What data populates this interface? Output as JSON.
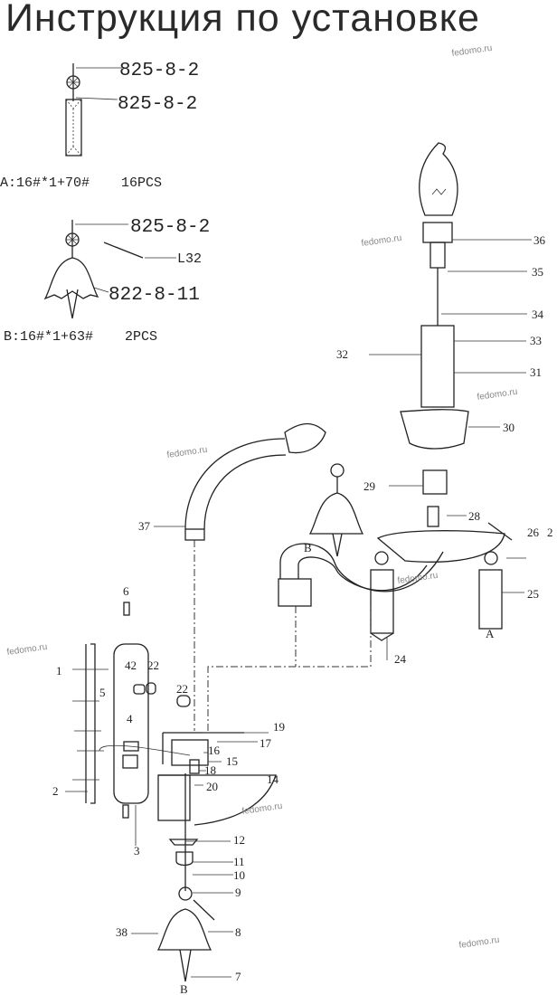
{
  "title": "Инструкция по установке",
  "watermark": "fedomo.ru",
  "pendant_a": {
    "parts": [
      "825-8-2",
      "825-8-2"
    ],
    "caption": "A:16#*1+70#",
    "quantity": "16PCS"
  },
  "pendant_b": {
    "parts": [
      "825-8-2",
      "L32",
      "822-8-11"
    ],
    "caption": "B:16#*1+63#",
    "quantity": "2PCS"
  },
  "callouts": {
    "c36": "36",
    "c35": "35",
    "c34": "34",
    "c33": "33",
    "c32": "32",
    "c31": "31",
    "c30": "30",
    "c29": "29",
    "c28": "28",
    "c27": "2",
    "c26": "26",
    "c25": "25",
    "cA": "A",
    "c24": "24",
    "c37": "37",
    "cB1": "B",
    "c6": "6",
    "c1": "1",
    "c5": "5",
    "c42": "42",
    "c22a": "22",
    "c22b": "22",
    "c4": "4",
    "c19": "19",
    "c17": "17",
    "c16": "16",
    "c15": "15",
    "c18": "18",
    "c14": "14",
    "c20": "20",
    "c2": "2",
    "c3": "3",
    "c12": "12",
    "c11": "11",
    "c10": "10",
    "c9": "9",
    "c38": "38",
    "c8": "8",
    "c7": "7",
    "cB2": "B"
  }
}
